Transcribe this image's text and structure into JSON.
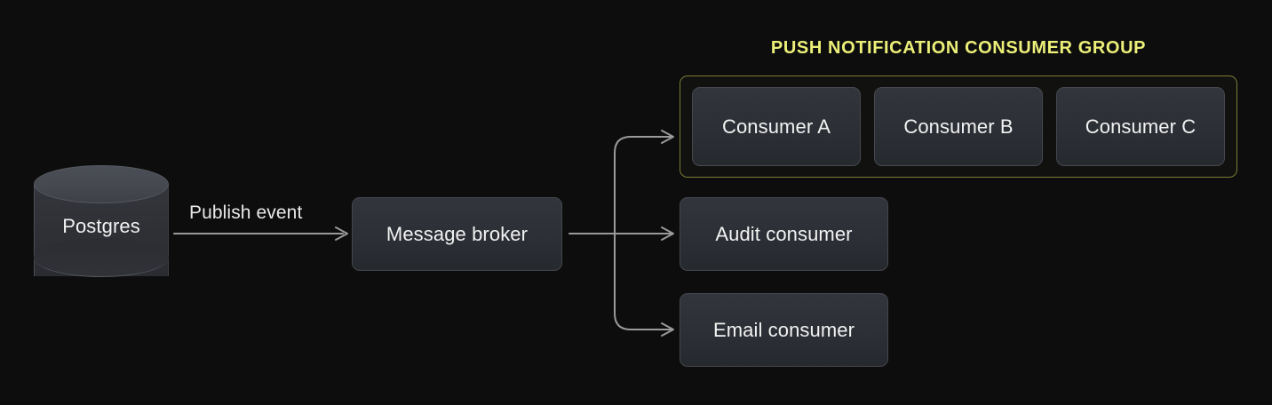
{
  "diagram": {
    "background_color": "#0d0d0d",
    "accent_color": "#ecef78",
    "node_color": "#2e3137"
  },
  "database": {
    "label": "Postgres"
  },
  "broker": {
    "label": "Message broker"
  },
  "edges": {
    "publish_label": "Publish event"
  },
  "consumer_group": {
    "title": "PUSH NOTIFICATION CONSUMER GROUP",
    "border_color": "#7c7c36",
    "members": [
      {
        "label": "Consumer A"
      },
      {
        "label": "Consumer B"
      },
      {
        "label": "Consumer C"
      }
    ]
  },
  "standalone_consumers": [
    {
      "label": "Audit consumer"
    },
    {
      "label": "Email consumer"
    }
  ]
}
